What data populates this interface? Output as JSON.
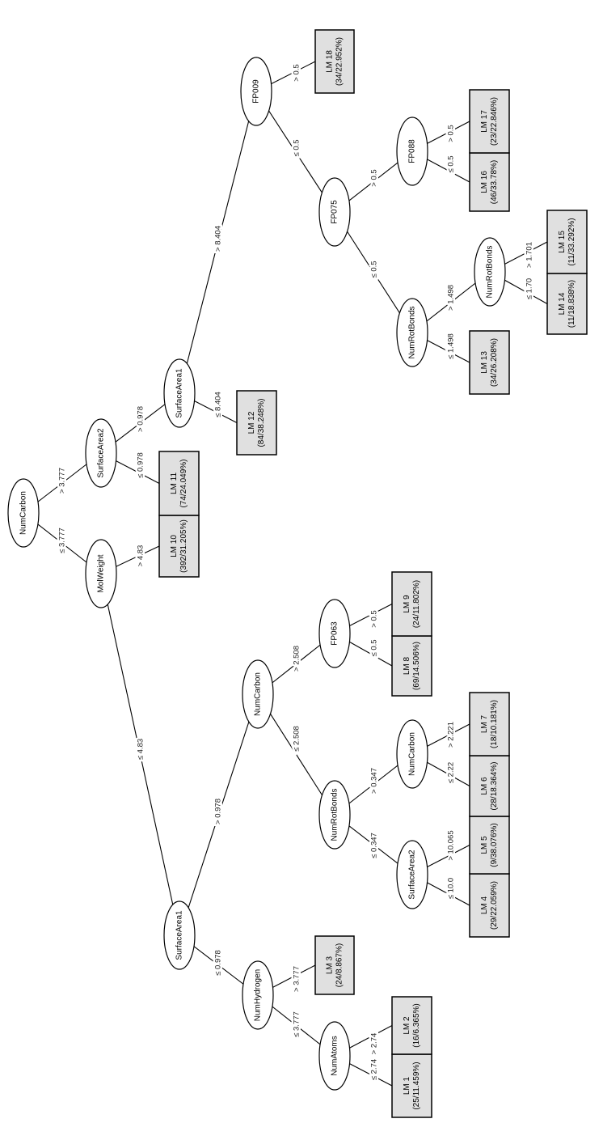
{
  "nodes": [
    {
      "id": "root",
      "label": "NumCarbon"
    },
    {
      "id": "mw",
      "label": "MolWeight"
    },
    {
      "id": "sa2a",
      "label": "SurfaceArea2"
    },
    {
      "id": "sa1a",
      "label": "SurfaceArea1"
    },
    {
      "id": "fp009",
      "label": "FP009"
    },
    {
      "id": "fp075",
      "label": "FP075"
    },
    {
      "id": "fp088",
      "label": "FP088"
    },
    {
      "id": "nrb1",
      "label": "NumRotBonds"
    },
    {
      "id": "nrb2",
      "label": "NumRotBonds"
    },
    {
      "id": "sa1b",
      "label": "SurfaceArea1"
    },
    {
      "id": "nc2",
      "label": "NumCarbon"
    },
    {
      "id": "fp063",
      "label": "FP063"
    },
    {
      "id": "nrb3",
      "label": "NumRotBonds"
    },
    {
      "id": "nc3",
      "label": "NumCarbon"
    },
    {
      "id": "sa2b",
      "label": "SurfaceArea2"
    },
    {
      "id": "nh",
      "label": "NumHydrogen"
    },
    {
      "id": "na",
      "label": "NumAtoms"
    }
  ],
  "leaves": [
    {
      "id": "lm1",
      "label": "LM 1",
      "stats": "(25/11.459%)"
    },
    {
      "id": "lm2",
      "label": "LM 2",
      "stats": "(16/6.365%)"
    },
    {
      "id": "lm3",
      "label": "LM 3",
      "stats": "(24/8.867%)"
    },
    {
      "id": "lm4",
      "label": "LM 4",
      "stats": "(29/22.059%)"
    },
    {
      "id": "lm5",
      "label": "LM 5",
      "stats": "(9/38.076%)"
    },
    {
      "id": "lm6",
      "label": "LM 6",
      "stats": "(28/18.364%)"
    },
    {
      "id": "lm7",
      "label": "LM 7",
      "stats": "(18/10.181%)"
    },
    {
      "id": "lm8",
      "label": "LM 8",
      "stats": "(69/14.506%)"
    },
    {
      "id": "lm9",
      "label": "LM 9",
      "stats": "(24/11.802%)"
    },
    {
      "id": "lm10",
      "label": "LM 10",
      "stats": "(392/31.205%)"
    },
    {
      "id": "lm11",
      "label": "LM 11",
      "stats": "(74/24.049%)"
    },
    {
      "id": "lm12",
      "label": "LM 12",
      "stats": "(84/38.248%)"
    },
    {
      "id": "lm13",
      "label": "LM 13",
      "stats": "(34/26.208%)"
    },
    {
      "id": "lm14",
      "label": "LM 14",
      "stats": "(11/18.838%)"
    },
    {
      "id": "lm15",
      "label": "LM 15",
      "stats": "(11/33.292%)"
    },
    {
      "id": "lm16",
      "label": "LM 16",
      "stats": "(46/33.78%)"
    },
    {
      "id": "lm17",
      "label": "LM 17",
      "stats": "(23/22.846%)"
    },
    {
      "id": "lm18",
      "label": "LM 18",
      "stats": "(34/22.952%)"
    }
  ],
  "edges": [
    {
      "from": "root",
      "to": "mw",
      "label": "≤ 3.777"
    },
    {
      "from": "root",
      "to": "sa2a",
      "label": "> 3.777"
    },
    {
      "from": "mw",
      "to": "lm10",
      "label": "> 4.83"
    },
    {
      "from": "mw",
      "to": "sa1b",
      "label": "≤ 4.83"
    },
    {
      "from": "sa2a",
      "to": "lm11",
      "label": "≤ 0.978"
    },
    {
      "from": "sa2a",
      "to": "sa1a",
      "label": "> 0.978"
    },
    {
      "from": "sa1a",
      "to": "lm12",
      "label": "≤ 8.404"
    },
    {
      "from": "sa1a",
      "to": "fp009",
      "label": "> 8.404"
    },
    {
      "from": "fp009",
      "to": "lm18",
      "label": "> 0.5"
    },
    {
      "from": "fp009",
      "to": "fp075",
      "label": "≤ 0.5"
    },
    {
      "from": "fp075",
      "to": "fp088",
      "label": "> 0.5"
    },
    {
      "from": "fp075",
      "to": "nrb1",
      "label": "≤ 0.5"
    },
    {
      "from": "fp088",
      "to": "lm17",
      "label": "> 0.5"
    },
    {
      "from": "fp088",
      "to": "lm16",
      "label": "≤ 0.5"
    },
    {
      "from": "nrb1",
      "to": "nrb2",
      "label": "> 1.498"
    },
    {
      "from": "nrb1",
      "to": "lm13",
      "label": "≤ 1.498"
    },
    {
      "from": "nrb2",
      "to": "lm15",
      "label": "> 1.701"
    },
    {
      "from": "nrb2",
      "to": "lm14",
      "label": "≤ 1.70"
    },
    {
      "from": "sa1b",
      "to": "nc2",
      "label": "> 0.978"
    },
    {
      "from": "sa1b",
      "to": "nh",
      "label": "≤ 0.978"
    },
    {
      "from": "nc2",
      "to": "fp063",
      "label": "> 2.508"
    },
    {
      "from": "nc2",
      "to": "nrb3",
      "label": "≤ 2.508"
    },
    {
      "from": "fp063",
      "to": "lm9",
      "label": "> 0.5"
    },
    {
      "from": "fp063",
      "to": "lm8",
      "label": "≤ 0.5"
    },
    {
      "from": "nrb3",
      "to": "nc3",
      "label": "> 0.347"
    },
    {
      "from": "nrb3",
      "to": "sa2b",
      "label": "≤ 0.347"
    },
    {
      "from": "nc3",
      "to": "lm7",
      "label": "> 2.221"
    },
    {
      "from": "nc3",
      "to": "lm6",
      "label": "≤ 2.22"
    },
    {
      "from": "sa2b",
      "to": "lm5",
      "label": "> 10.065"
    },
    {
      "from": "sa2b",
      "to": "lm4",
      "label": "≤ 10.0"
    },
    {
      "from": "nh",
      "to": "lm3",
      "label": "> 3.777"
    },
    {
      "from": "nh",
      "to": "na",
      "label": "≤ 3.777"
    },
    {
      "from": "na",
      "to": "lm2",
      "label": "> 2.74"
    },
    {
      "from": "na",
      "to": "lm1",
      "label": "≤ 2.74"
    }
  ]
}
